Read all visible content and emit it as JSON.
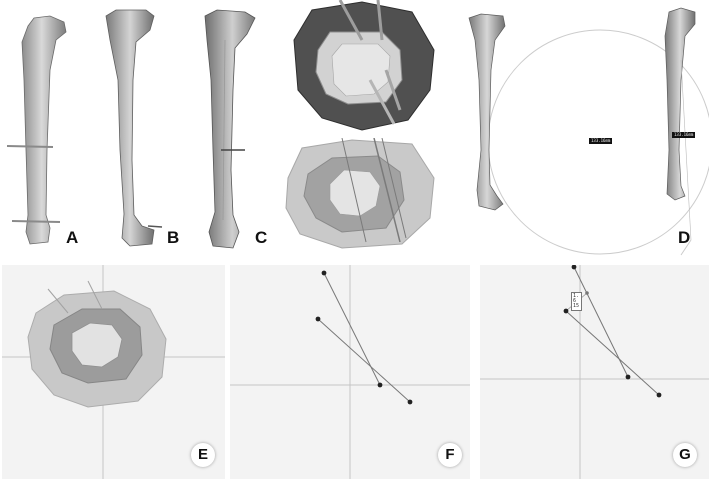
{
  "panels": {
    "a": {
      "label": "A"
    },
    "b": {
      "label": "B"
    },
    "c": {
      "label": "C"
    },
    "d": {
      "label": "D",
      "measurement_1": "133.16mm",
      "measurement_2": "133.16mm"
    },
    "e": {
      "label": "E"
    },
    "f": {
      "label": "F"
    },
    "g": {
      "label": "G",
      "tag": "1.6 15"
    }
  },
  "colors": {
    "bone_light": "#d8d8d8",
    "bone_dark": "#8a8a8a",
    "viewport_bg": "#f2f2f2",
    "crosshair": "#bdbdbd"
  }
}
